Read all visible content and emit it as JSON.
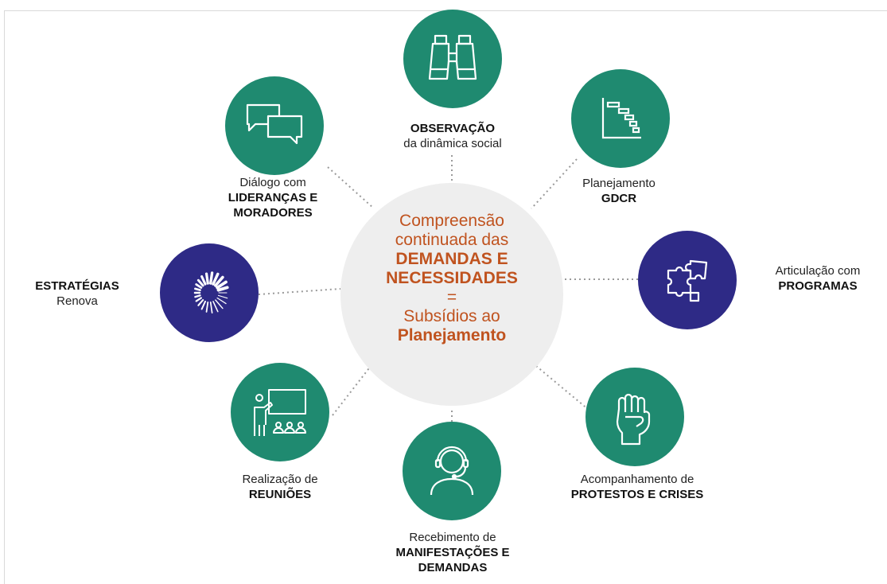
{
  "colors": {
    "green": "#1f8a70",
    "navy": "#2e2a86",
    "accent": "#c0531f",
    "center_bg": "#eeeeee"
  },
  "center": {
    "line1": "Compreensão",
    "line2": "continuada das",
    "line3": "DEMANDAS E",
    "line4": "NECESSIDADES",
    "line5": "=",
    "line6": "Subsídios ao",
    "line7": "Planejamento"
  },
  "nodes": {
    "observacao": {
      "icon": "binoculars-icon",
      "bold": "OBSERVAÇÃO",
      "normal": "da dinâmica social"
    },
    "planejamento": {
      "icon": "gantt-chart-icon",
      "normal": "Planejamento",
      "bold": "GDCR"
    },
    "articulacao": {
      "icon": "puzzle-icon",
      "normal": "Articulação com",
      "bold": "PROGRAMAS"
    },
    "protestos": {
      "icon": "raised-fist-icon",
      "normal": "Acompanhamento de",
      "bold": "PROTESTOS E CRISES"
    },
    "manifestacoes": {
      "icon": "headset-icon",
      "normal": "Recebimento de",
      "bold1": "MANIFESTAÇÕES E",
      "bold2": "DEMANDAS"
    },
    "reunioes": {
      "icon": "presentation-icon",
      "normal": "Realização de",
      "bold": "REUNIÕES"
    },
    "estrategias": {
      "icon": "renova-logo-icon",
      "bold": "ESTRATÉGIAS",
      "normal": "Renova"
    },
    "dialogo": {
      "icon": "speech-bubbles-icon",
      "normal": "Diálogo com",
      "bold1": "LIDERANÇAS E",
      "bold2": "MORADORES"
    }
  }
}
